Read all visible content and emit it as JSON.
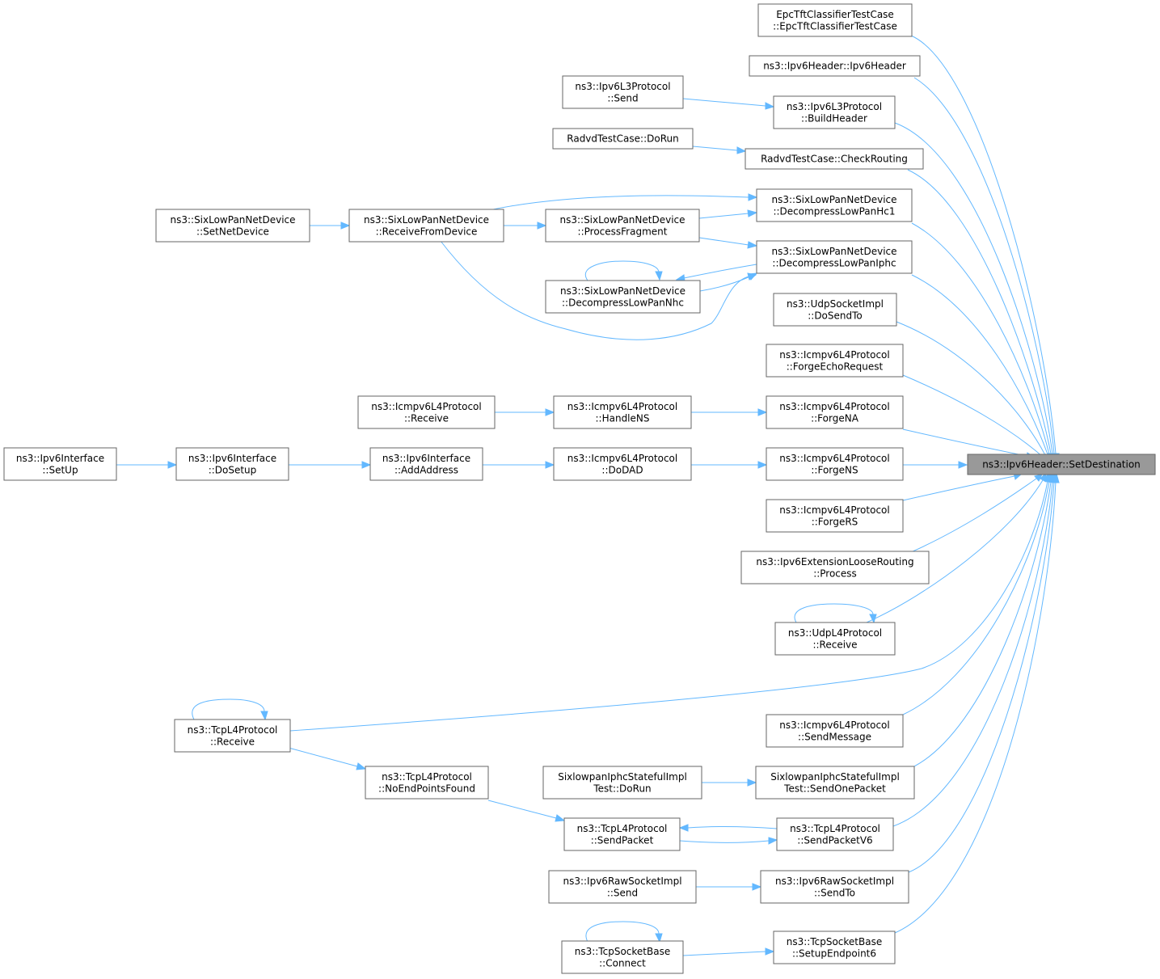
{
  "nodes": [
    {
      "id": "set_destination",
      "lines": [
        "ns3::Ipv6Header::SetDestination"
      ],
      "focus": true
    },
    {
      "id": "epc_tft",
      "lines": [
        "EpcTftClassifierTestCase",
        "::EpcTftClassifierTestCase"
      ]
    },
    {
      "id": "ipv6header_ctor",
      "lines": [
        "ns3::Ipv6Header::Ipv6Header"
      ]
    },
    {
      "id": "l3_send",
      "lines": [
        "ns3::Ipv6L3Protocol",
        "::Send"
      ]
    },
    {
      "id": "l3_buildheader",
      "lines": [
        "ns3::Ipv6L3Protocol",
        "::BuildHeader"
      ]
    },
    {
      "id": "radvd_dorun",
      "lines": [
        "RadvdTestCase::DoRun"
      ]
    },
    {
      "id": "radvd_checkrouting",
      "lines": [
        "RadvdTestCase::CheckRouting"
      ]
    },
    {
      "id": "sixlowpan_setnetdevice",
      "lines": [
        "ns3::SixLowPanNetDevice",
        "::SetNetDevice"
      ]
    },
    {
      "id": "sixlowpan_receivefromdevice",
      "lines": [
        "ns3::SixLowPanNetDevice",
        "::ReceiveFromDevice"
      ]
    },
    {
      "id": "sixlowpan_processfragment",
      "lines": [
        "ns3::SixLowPanNetDevice",
        "::ProcessFragment"
      ]
    },
    {
      "id": "sixlowpan_hc1",
      "lines": [
        "ns3::SixLowPanNetDevice",
        "::DecompressLowPanHc1"
      ]
    },
    {
      "id": "sixlowpan_iphc",
      "lines": [
        "ns3::SixLowPanNetDevice",
        "::DecompressLowPanIphc"
      ]
    },
    {
      "id": "sixlowpan_nhc",
      "lines": [
        "ns3::SixLowPanNetDevice",
        "::DecompressLowPanNhc"
      ]
    },
    {
      "id": "udpsocket_dosendto",
      "lines": [
        "ns3::UdpSocketImpl",
        "::DoSendTo"
      ]
    },
    {
      "id": "icmpv6_forgeecho",
      "lines": [
        "ns3::Icmpv6L4Protocol",
        "::ForgeEchoRequest"
      ]
    },
    {
      "id": "icmpv6_receive",
      "lines": [
        "ns3::Icmpv6L4Protocol",
        "::Receive"
      ]
    },
    {
      "id": "icmpv6_handlens",
      "lines": [
        "ns3::Icmpv6L4Protocol",
        "::HandleNS"
      ]
    },
    {
      "id": "icmpv6_forgena",
      "lines": [
        "ns3::Icmpv6L4Protocol",
        "::ForgeNA"
      ]
    },
    {
      "id": "ipv6if_setup",
      "lines": [
        "ns3::Ipv6Interface",
        "::SetUp"
      ]
    },
    {
      "id": "ipv6if_dosetup",
      "lines": [
        "ns3::Ipv6Interface",
        "::DoSetup"
      ]
    },
    {
      "id": "ipv6if_addaddress",
      "lines": [
        "ns3::Ipv6Interface",
        "::AddAddress"
      ]
    },
    {
      "id": "icmpv6_dodad",
      "lines": [
        "ns3::Icmpv6L4Protocol",
        "::DoDAD"
      ]
    },
    {
      "id": "icmpv6_forgens",
      "lines": [
        "ns3::Icmpv6L4Protocol",
        "::ForgeNS"
      ]
    },
    {
      "id": "icmpv6_forgers",
      "lines": [
        "ns3::Icmpv6L4Protocol",
        "::ForgeRS"
      ]
    },
    {
      "id": "ext_looserouting",
      "lines": [
        "ns3::Ipv6ExtensionLooseRouting",
        "::Process"
      ]
    },
    {
      "id": "udpl4_receive",
      "lines": [
        "ns3::UdpL4Protocol",
        "::Receive"
      ]
    },
    {
      "id": "tcpl4_receive",
      "lines": [
        "ns3::TcpL4Protocol",
        "::Receive"
      ]
    },
    {
      "id": "icmpv6_sendmessage",
      "lines": [
        "ns3::Icmpv6L4Protocol",
        "::SendMessage"
      ]
    },
    {
      "id": "tcpl4_noendpoints",
      "lines": [
        "ns3::TcpL4Protocol",
        "::NoEndPointsFound"
      ]
    },
    {
      "id": "sixlowpan_iphc_dorun",
      "lines": [
        "SixlowpanIphcStatefulImpl",
        "Test::DoRun"
      ]
    },
    {
      "id": "sixlowpan_iphc_sendone",
      "lines": [
        "SixlowpanIphcStatefulImpl",
        "Test::SendOnePacket"
      ]
    },
    {
      "id": "tcpl4_sendpacket",
      "lines": [
        "ns3::TcpL4Protocol",
        "::SendPacket"
      ]
    },
    {
      "id": "tcpl4_sendpacketv6",
      "lines": [
        "ns3::TcpL4Protocol",
        "::SendPacketV6"
      ]
    },
    {
      "id": "rawsocket_send",
      "lines": [
        "ns3::Ipv6RawSocketImpl",
        "::Send"
      ]
    },
    {
      "id": "rawsocket_sendto",
      "lines": [
        "ns3::Ipv6RawSocketImpl",
        "::SendTo"
      ]
    },
    {
      "id": "tcpsocket_connect",
      "lines": [
        "ns3::TcpSocketBase",
        "::Connect"
      ]
    },
    {
      "id": "tcpsocket_setupendpoint6",
      "lines": [
        "ns3::TcpSocketBase",
        "::SetupEndpoint6"
      ]
    }
  ],
  "edges": [
    {
      "from": "epc_tft",
      "to": "set_destination"
    },
    {
      "from": "ipv6header_ctor",
      "to": "set_destination"
    },
    {
      "from": "l3_buildheader",
      "to": "set_destination"
    },
    {
      "from": "radvd_checkrouting",
      "to": "set_destination"
    },
    {
      "from": "sixlowpan_hc1",
      "to": "set_destination"
    },
    {
      "from": "sixlowpan_iphc",
      "to": "set_destination"
    },
    {
      "from": "udpsocket_dosendto",
      "to": "set_destination"
    },
    {
      "from": "icmpv6_forgeecho",
      "to": "set_destination"
    },
    {
      "from": "icmpv6_forgena",
      "to": "set_destination"
    },
    {
      "from": "icmpv6_forgens",
      "to": "set_destination"
    },
    {
      "from": "icmpv6_forgers",
      "to": "set_destination"
    },
    {
      "from": "ext_looserouting",
      "to": "set_destination"
    },
    {
      "from": "udpl4_receive",
      "to": "set_destination"
    },
    {
      "from": "tcpl4_receive",
      "to": "set_destination"
    },
    {
      "from": "icmpv6_sendmessage",
      "to": "set_destination"
    },
    {
      "from": "sixlowpan_iphc_sendone",
      "to": "set_destination"
    },
    {
      "from": "tcpl4_sendpacketv6",
      "to": "set_destination"
    },
    {
      "from": "rawsocket_sendto",
      "to": "set_destination"
    },
    {
      "from": "tcpsocket_setupendpoint6",
      "to": "set_destination"
    },
    {
      "from": "l3_send",
      "to": "l3_buildheader"
    },
    {
      "from": "radvd_dorun",
      "to": "radvd_checkrouting"
    },
    {
      "from": "sixlowpan_setnetdevice",
      "to": "sixlowpan_receivefromdevice"
    },
    {
      "from": "sixlowpan_receivefromdevice",
      "to": "sixlowpan_processfragment"
    },
    {
      "from": "sixlowpan_receivefromdevice",
      "to": "sixlowpan_hc1"
    },
    {
      "from": "sixlowpan_receivefromdevice",
      "to": "sixlowpan_iphc"
    },
    {
      "from": "sixlowpan_processfragment",
      "to": "sixlowpan_hc1"
    },
    {
      "from": "sixlowpan_processfragment",
      "to": "sixlowpan_iphc"
    },
    {
      "from": "sixlowpan_iphc",
      "to": "sixlowpan_nhc"
    },
    {
      "from": "sixlowpan_nhc",
      "to": "sixlowpan_iphc"
    },
    {
      "from": "sixlowpan_nhc",
      "to": "sixlowpan_nhc"
    },
    {
      "from": "icmpv6_receive",
      "to": "icmpv6_handlens"
    },
    {
      "from": "icmpv6_handlens",
      "to": "icmpv6_forgena"
    },
    {
      "from": "ipv6if_setup",
      "to": "ipv6if_dosetup"
    },
    {
      "from": "ipv6if_dosetup",
      "to": "ipv6if_addaddress"
    },
    {
      "from": "ipv6if_addaddress",
      "to": "icmpv6_dodad"
    },
    {
      "from": "icmpv6_dodad",
      "to": "icmpv6_forgens"
    },
    {
      "from": "udpl4_receive",
      "to": "udpl4_receive"
    },
    {
      "from": "tcpl4_receive",
      "to": "tcpl4_receive"
    },
    {
      "from": "tcpl4_receive",
      "to": "tcpl4_noendpoints"
    },
    {
      "from": "tcpl4_noendpoints",
      "to": "tcpl4_sendpacket"
    },
    {
      "from": "sixlowpan_iphc_dorun",
      "to": "sixlowpan_iphc_sendone"
    },
    {
      "from": "tcpl4_sendpacket",
      "to": "tcpl4_sendpacketv6"
    },
    {
      "from": "tcpl4_sendpacketv6",
      "to": "tcpl4_sendpacket"
    },
    {
      "from": "rawsocket_send",
      "to": "rawsocket_sendto"
    },
    {
      "from": "tcpsocket_connect",
      "to": "tcpsocket_setupendpoint6"
    },
    {
      "from": "tcpsocket_connect",
      "to": "tcpsocket_connect"
    }
  ]
}
